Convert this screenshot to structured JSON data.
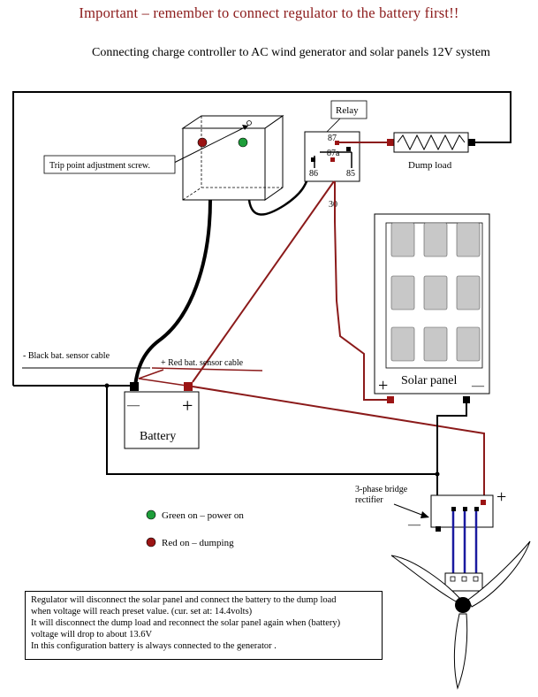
{
  "header": {
    "title": "Important – remember to connect regulator to the battery first!!",
    "subtitle": "Connecting charge controller to AC wind generator and solar panels 12V system"
  },
  "labels": {
    "relay": "Relay",
    "dump_load": "Dump load",
    "trip_point": "Trip point adjustment screw.",
    "pin_87": "87",
    "pin_87a": "87a",
    "pin_86": "86",
    "pin_85": "85",
    "pin_30": "30",
    "black_sensor": "- Black bat. sensor cable",
    "red_sensor": "+ Red bat. sensor cable",
    "battery": "Battery",
    "battery_minus": "—",
    "battery_plus": "+",
    "solar_panel": "Solar panel",
    "solar_plus": "+",
    "solar_minus": "—",
    "rectifier_line1": "3-phase bridge",
    "rectifier_line2": "rectifier",
    "rectifier_plus": "+",
    "rectifier_minus": "—"
  },
  "legend": {
    "green": "Green on – power on",
    "red": "Red on – dumping"
  },
  "note": {
    "lines": [
      "Regulator will disconnect the solar panel and connect the battery to the dump load",
      "when voltage will reach preset value. (cur. set at: 14.4volts)",
      "It will disconnect the dump load and reconnect the solar panel again when (battery)",
      "voltage will drop to about 13.6V",
      "In this configuration battery is always connected to the generator ."
    ]
  },
  "colors": {
    "wire_black": "#000000",
    "wire_red": "#8b1a1a",
    "wire_blue": "#1a1aa0",
    "led_green": "#1e9e3a",
    "led_red": "#9b1414",
    "solar_cell": "#c8c8c8",
    "title_color": "#8b1a1a"
  }
}
